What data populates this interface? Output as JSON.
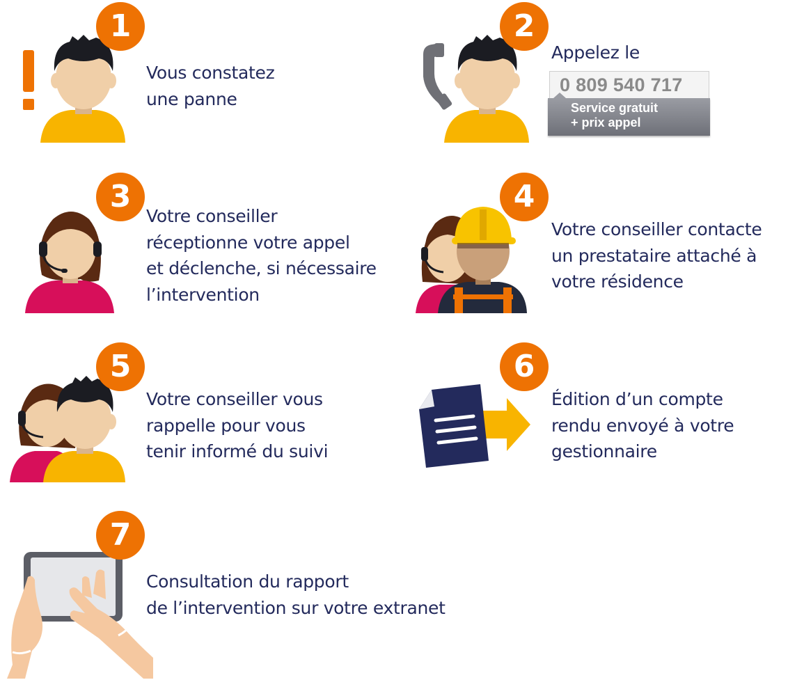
{
  "colors": {
    "badge": "#ee7203",
    "text": "#232a5c",
    "skin": "#f0cfa8",
    "hair_dark": "#1b1c22",
    "hair_brown": "#5a2a12",
    "shirt_yellow": "#f8b400",
    "shirt_pink": "#d70f5a",
    "document": "#232a5c",
    "helmet": "#f8c300"
  },
  "steps": [
    {
      "number": "1",
      "lines": [
        "Vous constatez",
        "une panne"
      ],
      "icon": "person-alert-icon"
    },
    {
      "number": "2",
      "lines": [
        "Appelez le"
      ],
      "icon": "person-phone-icon",
      "phone": {
        "number": "0 809 540 717",
        "tariff_lines": [
          "Service gratuit",
          "+ prix appel"
        ]
      }
    },
    {
      "number": "3",
      "lines": [
        "Votre conseiller",
        "réceptionne votre appel",
        "et déclenche, si nécessaire",
        "l’intervention"
      ],
      "icon": "advisor-headset-icon"
    },
    {
      "number": "4",
      "lines": [
        "Votre conseiller contacte",
        "un prestataire attaché à",
        "votre résidence"
      ],
      "icon": "advisor-worker-icon"
    },
    {
      "number": "5",
      "lines": [
        "Votre conseiller vous",
        "rappelle pour vous",
        "tenir informé du suivi"
      ],
      "icon": "advisor-callback-icon"
    },
    {
      "number": "6",
      "lines": [
        "Édition d’un compte",
        "rendu envoyé à votre",
        "gestionnaire"
      ],
      "icon": "document-arrow-icon"
    },
    {
      "number": "7",
      "lines": [
        "Consultation du rapport",
        "de l’intervention sur votre extranet"
      ],
      "icon": "tablet-hands-icon"
    }
  ]
}
